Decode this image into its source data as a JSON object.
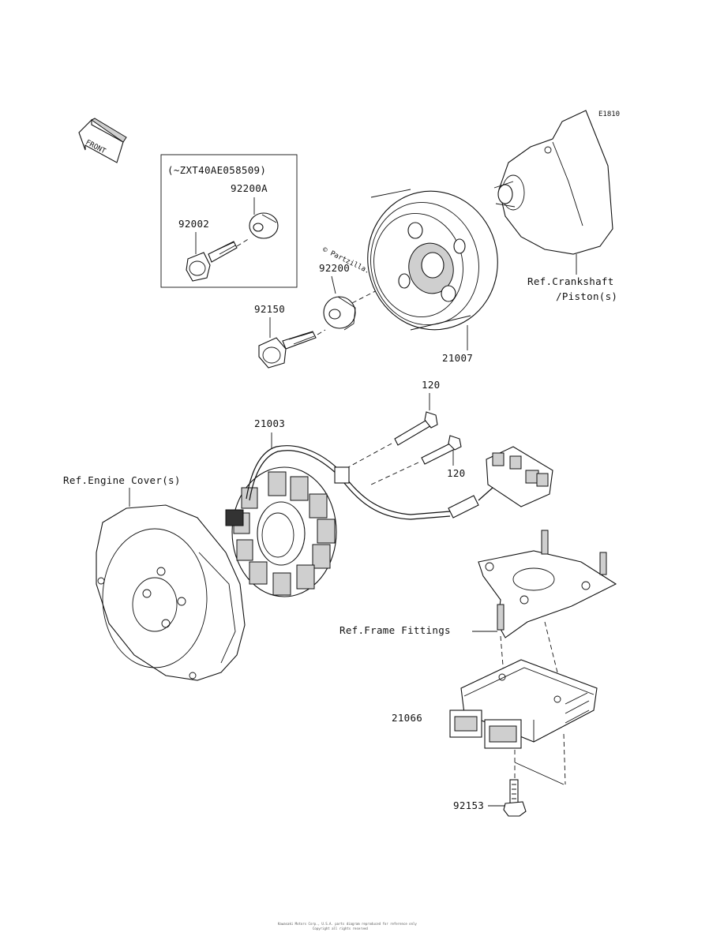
{
  "diagram_code": "E1810",
  "front_label": "FRONT",
  "watermark": "© Partzilla.com",
  "variant_box_label": "(~ZXT40AE058509)",
  "parts": {
    "p92200A": "92200A",
    "p92002": "92002",
    "p92200": "92200",
    "p92150": "92150",
    "p21007": "21007",
    "p120a": "120",
    "p120b": "120",
    "p21003": "21003",
    "p21066": "21066",
    "p92153": "92153"
  },
  "refs": {
    "crankshaft_line1": "Ref.Crankshaft",
    "crankshaft_line2": "/Piston(s)",
    "engine_cover": "Ref.Engine Cover(s)",
    "frame_fittings": "Ref.Frame Fittings"
  },
  "footer_line1": "Kawasaki Motors Corp., U.S.A. parts diagram reproduced for reference only",
  "footer_line2": "Copyright all rights reserved"
}
